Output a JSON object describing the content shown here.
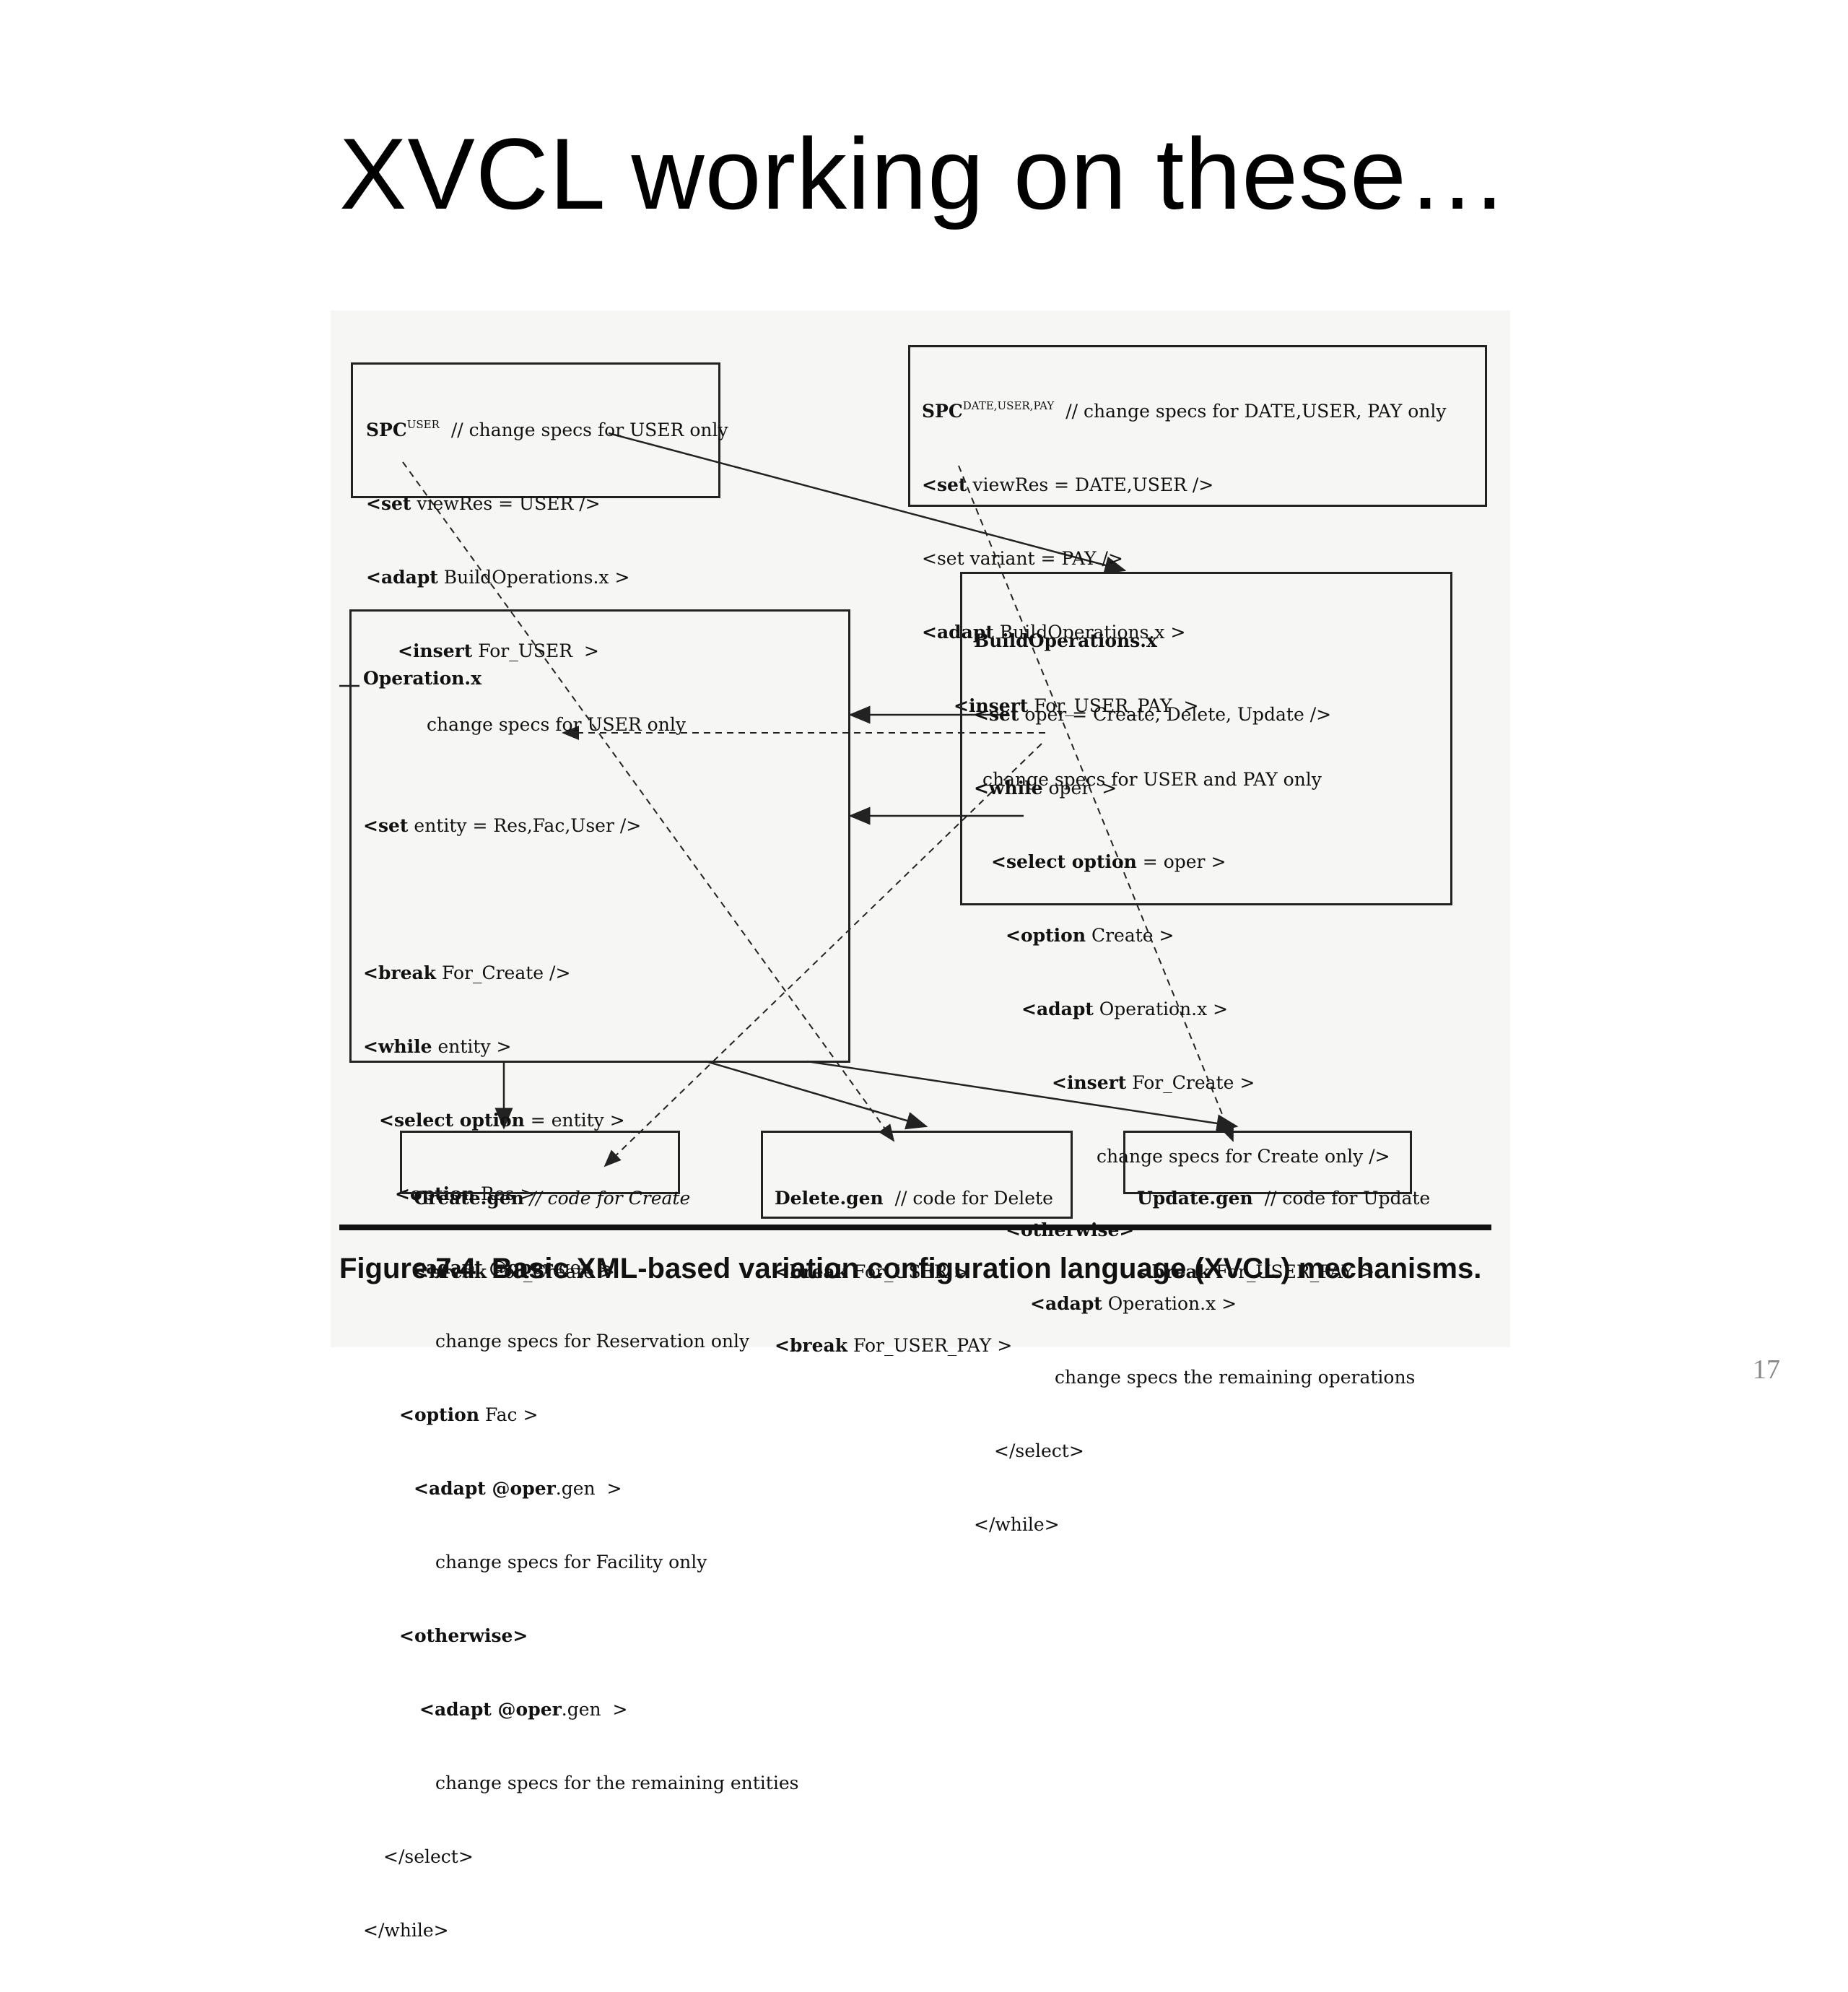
{
  "slide": {
    "title": "XVCL working on these…",
    "page_number": "17"
  },
  "figure": {
    "caption_number": "Figure 7.4",
    "caption_text": "Basic XML-based variation configuration language (XVCL) mechanisms.",
    "spc_user": {
      "head": "SPC",
      "sup": "USER",
      "comment": "// change specs for USER only",
      "set_kw": "<set",
      "set_rest": " viewRes = USER />",
      "adapt_kw": "<adapt",
      "adapt_rest": " BuildOperations.x >",
      "insert_kw": "<insert",
      "insert_rest": " For_USER  >",
      "body": "change specs for USER only"
    },
    "spc_date": {
      "head": "SPC",
      "sup": "DATE,USER,PAY",
      "comment": "// change specs for DATE,USER, PAY only",
      "set_kw": "<set",
      "set_rest": " viewRes = DATE,USER />",
      "set2": "<set variant = PAY />",
      "adapt_kw": "<adapt",
      "adapt_rest": " BuildOperations.x >",
      "insert_kw": "<insert",
      "insert_rest": " For_USER_PAY  >",
      "body": "change specs for USER and PAY only"
    },
    "build_ops": {
      "title": "BuildOperations.x",
      "l1_kw": "<set",
      "l1_rest": " oper = Create, Delete, Update />",
      "l2_kw": "<while",
      "l2_rest": " oper  >",
      "l3_kw": "<select option",
      "l3_rest": " = oper >",
      "l4_kw": "<option",
      "l4_rest": " Create >",
      "l5_kw": "<adapt",
      "l5_rest": " Operation.x >",
      "l6_kw": "<insert",
      "l6_rest": " For_Create >",
      "l7": "change specs for Create only />",
      "l8_kw": "<otherwise>",
      "l9_kw": "<adapt",
      "l9_rest": " Operation.x >",
      "l10": "change specs the remaining operations",
      "l11": "</select>",
      "l12": "</while>"
    },
    "operation": {
      "title": "Operation.x",
      "l1_kw": "<set",
      "l1_rest": " entity = Res,Fac,User />",
      "l2_kw": "<break",
      "l2_rest": " For_Create />",
      "l3_kw": "<while",
      "l3_rest": " entity >",
      "l4_kw": "<select option",
      "l4_rest": " = entity >",
      "l5_kw": "<option",
      "l5_rest": " Res >",
      "l6_kw": "<adapt @oper",
      "l6_rest": ".gen >",
      "l7": "change specs for Reservation only",
      "l8_kw": "<option",
      "l8_rest": " Fac >",
      "l9_kw": "<adapt @oper",
      "l9_rest": ".gen  >",
      "l10": "change specs for Facility only",
      "l11_kw": "<otherwise>",
      "l12_kw": "<adapt @oper",
      "l12_rest": ".gen  >",
      "l13": "change specs for the remaining entities",
      "l14": "</select>",
      "l15": "</while>"
    },
    "create_gen": {
      "head_kw": "Create.gen",
      "comment": " // code for Create",
      "l2_kw": "<break",
      "l2_rest": " For_Create >"
    },
    "delete_gen": {
      "head_kw": "Delete.gen",
      "comment": "  // code for Delete",
      "l2_kw": "<break",
      "l2_rest": " For_USER >",
      "l3_kw": "<break",
      "l3_rest": " For_USER_PAY >"
    },
    "update_gen": {
      "head_kw": "Update.gen",
      "comment": "  // code for Update",
      "l2_kw": "<break",
      "l2_rest": " For_USER_PAY >"
    }
  }
}
